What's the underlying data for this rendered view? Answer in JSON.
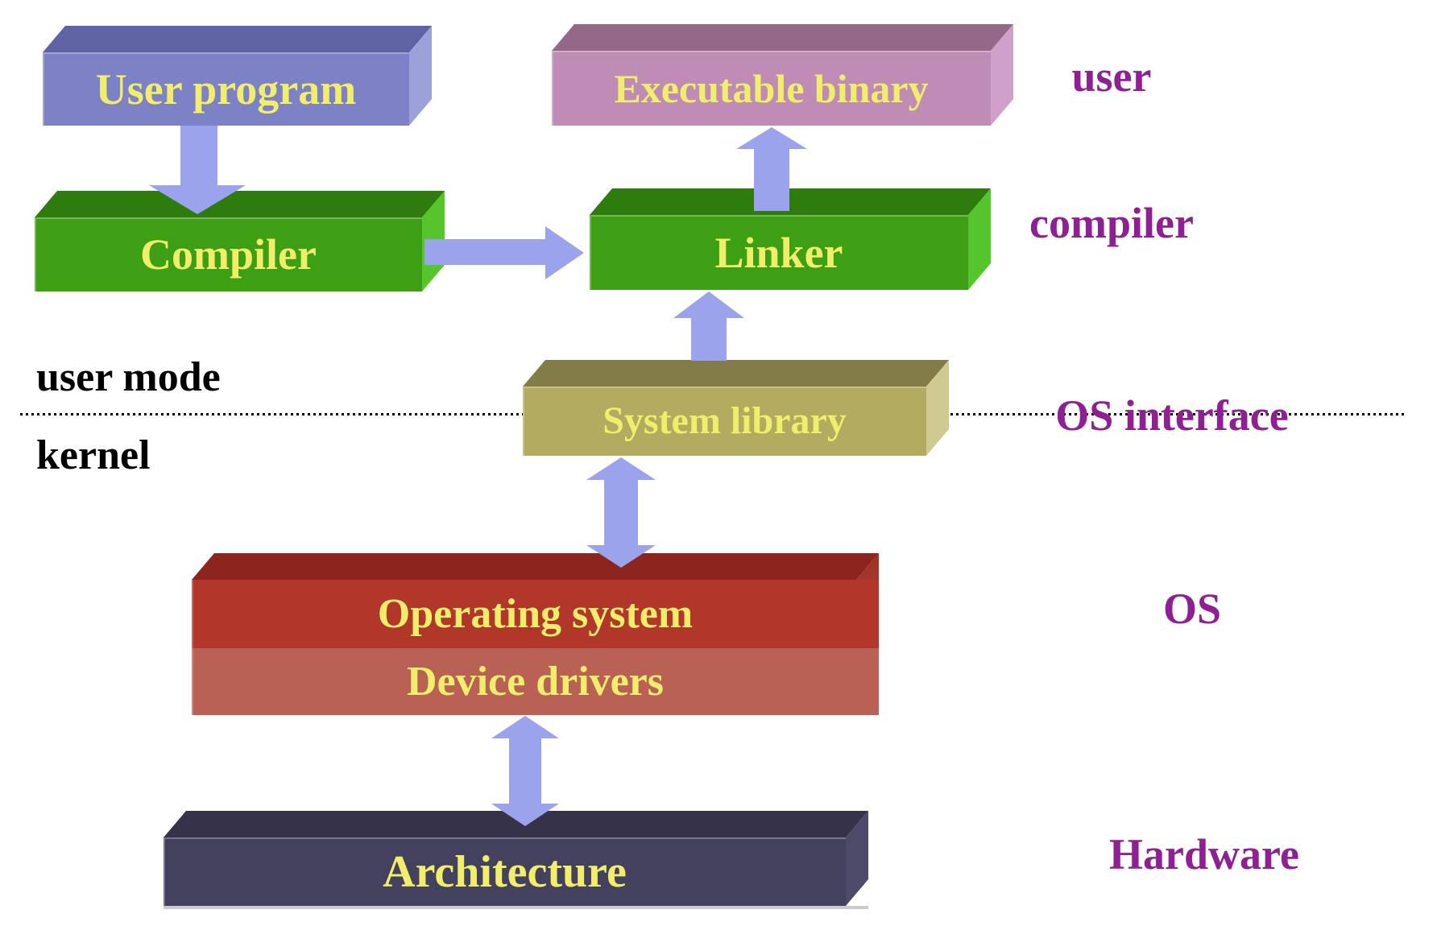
{
  "diagram": {
    "boxes": {
      "user_program": {
        "label": "User program",
        "front": "#7d81c5",
        "top": "#5f62a3",
        "side": "#9da1da"
      },
      "compiler": {
        "label": "Compiler",
        "front": "#3da014",
        "top": "#2e7c0d",
        "side": "#56c42c"
      },
      "linker": {
        "label": "Linker",
        "front": "#3da014",
        "top": "#2e7c0d",
        "side": "#56c42c"
      },
      "executable_binary": {
        "label": "Executable binary",
        "front": "#bf8cb6",
        "top": "#956889",
        "side": "#cfa0c9"
      },
      "system_library": {
        "label": "System library",
        "front": "#b2ab60",
        "top": "#827c47",
        "side": "#cfca92"
      },
      "operating_system": {
        "label_top": "Operating system",
        "label_bottom": "Device drivers",
        "front_top": "#b0372a",
        "front_bottom": "#ba6156",
        "top": "#8b251d",
        "side": "#a83c2e"
      },
      "architecture": {
        "label": "Architecture",
        "front": "#44415f",
        "top": "#353249",
        "side": "#4d4a69"
      }
    },
    "mode_labels": {
      "above_line": "user mode",
      "below_line": "kernel"
    },
    "side_labels": {
      "user": "user",
      "compiler": "compiler",
      "os_interface": "OS interface",
      "os": "OS",
      "hardware": "Hardware"
    },
    "arrows": [
      {
        "from": "user_program",
        "to": "compiler",
        "direction": "down"
      },
      {
        "from": "compiler",
        "to": "linker",
        "direction": "right"
      },
      {
        "from": "system_library",
        "to": "linker",
        "direction": "up"
      },
      {
        "from": "linker",
        "to": "executable_binary",
        "direction": "up"
      },
      {
        "from": "system_library",
        "to": "operating_system",
        "direction": "both"
      },
      {
        "from": "operating_system",
        "to": "architecture",
        "direction": "both"
      }
    ],
    "colors": {
      "arrow": "#9ca3ed",
      "box_label_text": "#f1ee6b",
      "side_label_text": "#8e2094",
      "mode_label_text": "#000000",
      "divider": "#000000",
      "background": "#ffffff"
    }
  }
}
